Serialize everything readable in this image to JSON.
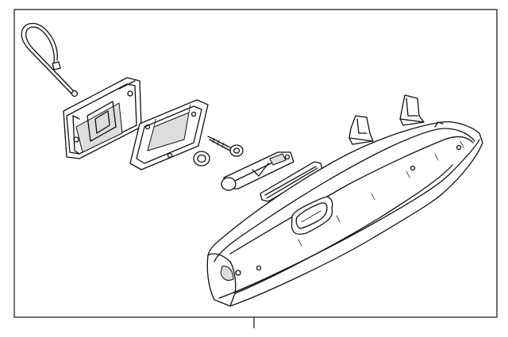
{
  "diagram": {
    "parts": [
      "wire-cable",
      "lock-housing",
      "latch-bezel",
      "screw",
      "washer",
      "latch-lever",
      "handle-trim-strip",
      "bracket-left",
      "bracket-right",
      "glove-box-door"
    ],
    "colors": {
      "line": "#111111",
      "background": "#ffffff",
      "shade": "#dddddd"
    }
  }
}
